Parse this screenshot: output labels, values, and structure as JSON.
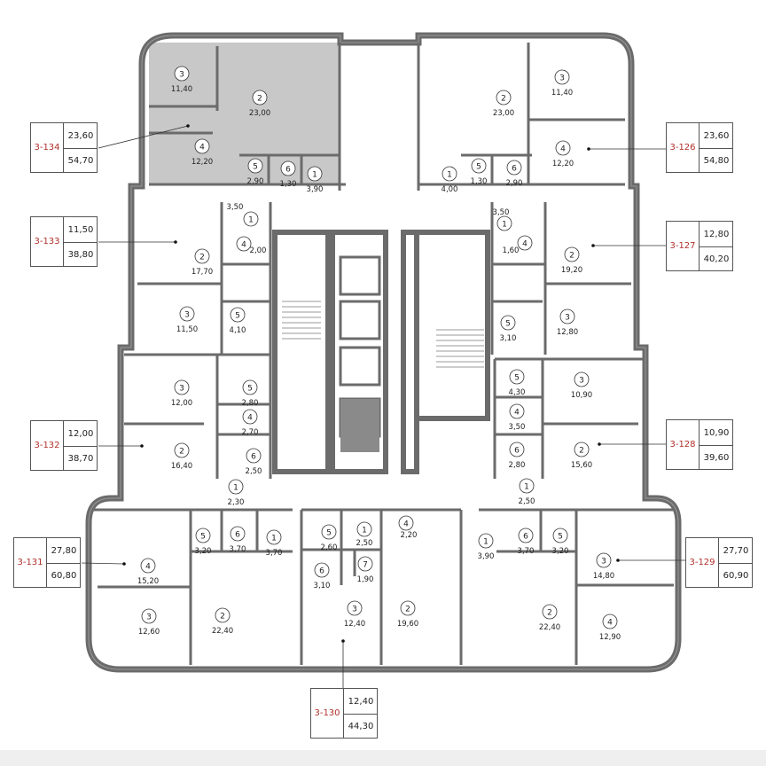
{
  "colors": {
    "wall": "#6b6b6b",
    "highlight_fill": "#c8c8c8",
    "apartment_id": "#b0302a",
    "background": "#ffffff"
  },
  "highlighted_apartment": "3-134",
  "apartments": [
    {
      "id": "3-134",
      "living_area": "23,60",
      "total_area": "54,70",
      "rooms": [
        {
          "no": "3",
          "area": "11,40"
        },
        {
          "no": "2",
          "area": "23,00"
        },
        {
          "no": "4",
          "area": "12,20"
        },
        {
          "no": "5",
          "area": "2,90"
        },
        {
          "no": "6",
          "area": "1,30"
        },
        {
          "no": "1",
          "area": "3,90"
        }
      ]
    },
    {
      "id": "3-126",
      "living_area": "23,60",
      "total_area": "54,80",
      "rooms": [
        {
          "no": "2",
          "area": "23,00"
        },
        {
          "no": "3",
          "area": "11,40"
        },
        {
          "no": "4",
          "area": "12,20"
        },
        {
          "no": "6",
          "area": "2,90"
        },
        {
          "no": "5",
          "area": "1,30"
        },
        {
          "no": "1",
          "area": "4,00"
        }
      ]
    },
    {
      "id": "3-133",
      "living_area": "11,50",
      "total_area": "38,80",
      "rooms": [
        {
          "no": "1",
          "area": "3,50"
        },
        {
          "no": "4",
          "area": "2,00"
        },
        {
          "no": "2",
          "area": "17,70"
        },
        {
          "no": "3",
          "area": "11,50"
        },
        {
          "no": "5",
          "area": "4,10"
        }
      ]
    },
    {
      "id": "3-127",
      "living_area": "12,80",
      "total_area": "40,20",
      "rooms": [
        {
          "no": "1",
          "area": "3,50"
        },
        {
          "no": "4",
          "area": "1,60"
        },
        {
          "no": "2",
          "area": "19,20"
        },
        {
          "no": "3",
          "area": "12,80"
        },
        {
          "no": "5",
          "area": "3,10"
        }
      ]
    },
    {
      "id": "3-132",
      "living_area": "12,00",
      "total_area": "38,70",
      "rooms": [
        {
          "no": "3",
          "area": "12,00"
        },
        {
          "no": "5",
          "area": "2,80"
        },
        {
          "no": "4",
          "area": "2,70"
        },
        {
          "no": "2",
          "area": "16,40"
        },
        {
          "no": "6",
          "area": "2,50"
        },
        {
          "no": "1",
          "area": "2,30"
        }
      ]
    },
    {
      "id": "3-128",
      "living_area": "10,90",
      "total_area": "39,60",
      "rooms": [
        {
          "no": "3",
          "area": "10,90"
        },
        {
          "no": "5",
          "area": "4,30"
        },
        {
          "no": "4",
          "area": "3,50"
        },
        {
          "no": "2",
          "area": "15,60"
        },
        {
          "no": "6",
          "area": "2,80"
        },
        {
          "no": "1",
          "area": "2,50"
        }
      ]
    },
    {
      "id": "3-131",
      "living_area": "27,80",
      "total_area": "60,80",
      "rooms": [
        {
          "no": "5",
          "area": "3,20"
        },
        {
          "no": "6",
          "area": "3,70"
        },
        {
          "no": "1",
          "area": "3,70"
        },
        {
          "no": "4",
          "area": "15,20"
        },
        {
          "no": "3",
          "area": "12,60"
        },
        {
          "no": "2",
          "area": "22,40"
        }
      ]
    },
    {
      "id": "3-130",
      "living_area": "12,40",
      "total_area": "44,30",
      "rooms": [
        {
          "no": "5",
          "area": "2,60"
        },
        {
          "no": "1",
          "area": "2,50"
        },
        {
          "no": "4",
          "area": "2,20"
        },
        {
          "no": "7",
          "area": "1,90"
        },
        {
          "no": "6",
          "area": "3,10"
        },
        {
          "no": "3",
          "area": "12,40"
        },
        {
          "no": "2",
          "area": "19,60"
        }
      ]
    },
    {
      "id": "3-129",
      "living_area": "27,70",
      "total_area": "60,90",
      "rooms": [
        {
          "no": "1",
          "area": "3,90"
        },
        {
          "no": "6",
          "area": "3,70"
        },
        {
          "no": "5",
          "area": "3,20"
        },
        {
          "no": "3",
          "area": "14,80"
        },
        {
          "no": "2",
          "area": "22,40"
        },
        {
          "no": "4",
          "area": "12,90"
        }
      ]
    }
  ]
}
